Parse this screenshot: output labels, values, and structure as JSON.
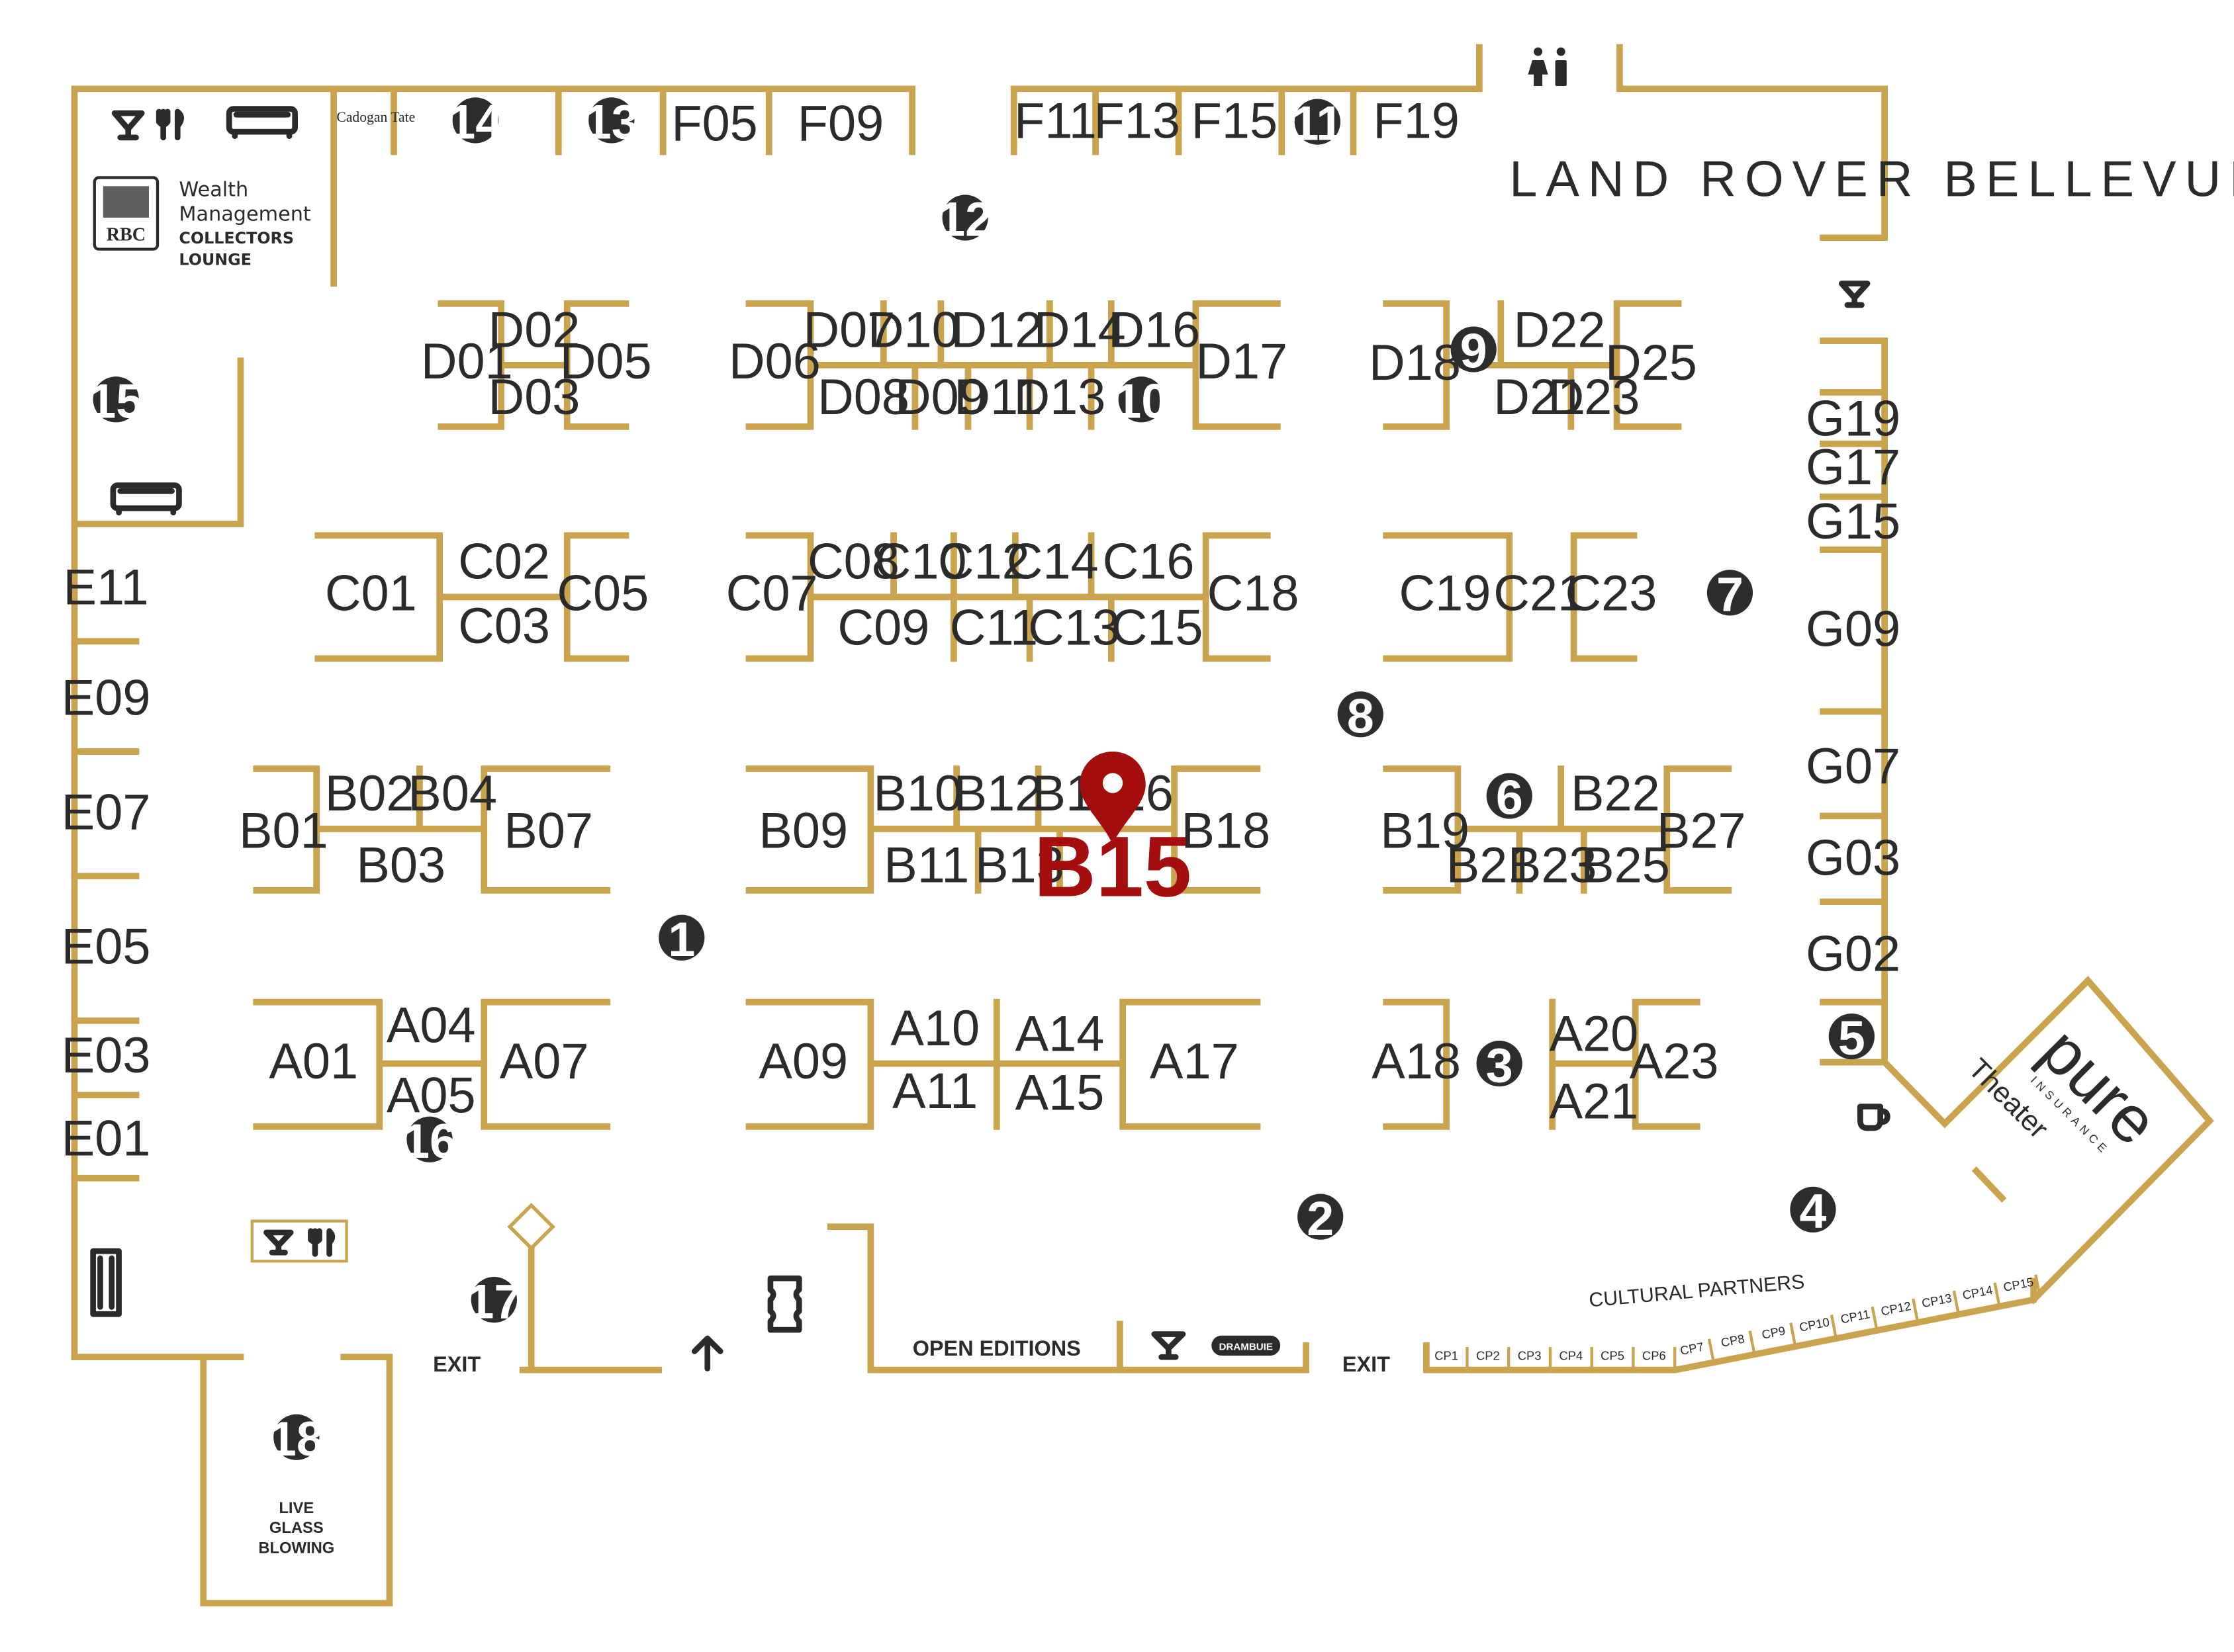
{
  "map": {
    "venue_label": "LAND ROVER BELLEVUE",
    "lounge": {
      "brand": "RBC",
      "line1": "Wealth",
      "line2": "Management",
      "line3": "COLLECTORS",
      "line4": "LOUNGE"
    },
    "sponsor_small": "Cadogan Tate",
    "open_editions": "OPEN EDITIONS",
    "drink_sponsor": "DRAMBUIE",
    "exit_label": "EXIT",
    "cultural_partners": "CULTURAL PARTNERS",
    "live_glass": [
      "LIVE",
      "GLASS",
      "BLOWING"
    ],
    "theater": {
      "brand": "pure",
      "brand_sub": "INSURANCE",
      "label": "Theater"
    },
    "highlight": {
      "booth": "B15",
      "color": "#A50E0E"
    },
    "accent_color": "#C9A34E",
    "booths": {
      "F05": "F05",
      "F09": "F09",
      "F11": "F11",
      "F13": "F13",
      "F15": "F15",
      "F19": "F19",
      "D01": "D01",
      "D02": "D02",
      "D03": "D03",
      "D05": "D05",
      "D06": "D06",
      "D07": "D07",
      "D08": "D08",
      "D09": "D09",
      "D10": "D10",
      "D11": "D11",
      "D12": "D12",
      "D13": "D13",
      "D14": "D14",
      "D16": "D16",
      "D17": "D17",
      "D18": "D18",
      "D21": "D21",
      "D22": "D22",
      "D23": "D23",
      "D25": "D25",
      "C01": "C01",
      "C02": "C02",
      "C03": "C03",
      "C05": "C05",
      "C07": "C07",
      "C08": "C08",
      "C09": "C09",
      "C10": "C10",
      "C11": "C11",
      "C12": "C12",
      "C13": "C13",
      "C14": "C14",
      "C15": "C15",
      "C16": "C16",
      "C18": "C18",
      "C19": "C19",
      "C21": "C21",
      "C23": "C23",
      "B01": "B01",
      "B02": "B02",
      "B03": "B03",
      "B04": "B04",
      "B07": "B07",
      "B09": "B09",
      "B10": "B10",
      "B11": "B11",
      "B12": "B12",
      "B13": "B13",
      "B14": "B14",
      "B16": "16",
      "B18": "B18",
      "B19": "B19",
      "B21": "B21",
      "B22": "B22",
      "B23": "B23",
      "B25": "B25",
      "B27": "B27",
      "A01": "A01",
      "A04": "A04",
      "A05": "A05",
      "A07": "A07",
      "A09": "A09",
      "A10": "A10",
      "A11": "A11",
      "A14": "A14",
      "A15": "A15",
      "A17": "A17",
      "A18": "A18",
      "A20": "A20",
      "A21": "A21",
      "A23": "A23",
      "E01": "E01",
      "E03": "E03",
      "E05": "E05",
      "E07": "E07",
      "E09": "E09",
      "E11": "E11",
      "G02": "G02",
      "G03": "G03",
      "G07": "G07",
      "G09": "G09",
      "G15": "G15",
      "G17": "G17",
      "G19": "G19"
    },
    "cp_booths": [
      "CP1",
      "CP2",
      "CP3",
      "CP4",
      "CP5",
      "CP6",
      "CP7",
      "CP8",
      "CP9",
      "CP10",
      "CP11",
      "CP12",
      "CP13",
      "CP14",
      "CP15"
    ],
    "markers": [
      "1",
      "2",
      "3",
      "4",
      "5",
      "6",
      "7",
      "8",
      "9",
      "10",
      "11",
      "12",
      "13",
      "14",
      "15",
      "16",
      "17",
      "18"
    ],
    "icons": [
      "cocktail-icon",
      "dining-icon",
      "sofa-icon",
      "restroom-icon",
      "coffee-icon",
      "entrance-arrow-icon",
      "ticket-icon",
      "diamond-icon"
    ]
  }
}
